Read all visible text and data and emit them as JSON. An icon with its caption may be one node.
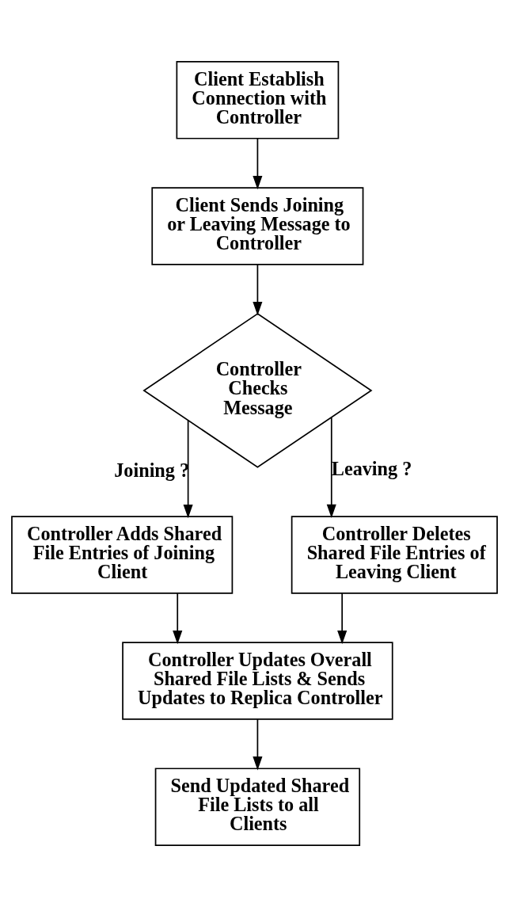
{
  "diagram": {
    "nodes": [
      {
        "text": [
          "Client Establish Connection with Controller"
        ]
      },
      {
        "text": [
          "Client Sends Joining or Leaving Message to Controller"
        ]
      },
      {
        "text": [
          "Controller Checks Message"
        ]
      },
      {
        "text": [
          "Controller Adds Shared File Entries of Joining Client"
        ]
      },
      {
        "text": [
          "Controller Deletes Shared File Entries of Leaving Client"
        ]
      },
      {
        "text": [
          "Controller Updates Overall Shared File Lists & Sends Updates to Replica Controller"
        ]
      },
      {
        "text": [
          "Send Updated Shared File Lists to all Clients"
        ]
      }
    ],
    "edges": [
      {
        "from": 0,
        "to": 1,
        "arrow": "to"
      },
      {
        "from": 1,
        "to": 2,
        "arrow": "to"
      },
      {
        "from": 2,
        "to": 3,
        "arrow": "to",
        "label": "Joining ?"
      },
      {
        "from": 2,
        "to": 4,
        "arrow": "to",
        "label": "Leaving ?"
      },
      {
        "from": 3,
        "to": 5,
        "arrow": "to"
      },
      {
        "from": 4,
        "to": 5,
        "arrow": "to"
      },
      {
        "from": 5,
        "to": 6,
        "arrow": "to"
      }
    ]
  }
}
